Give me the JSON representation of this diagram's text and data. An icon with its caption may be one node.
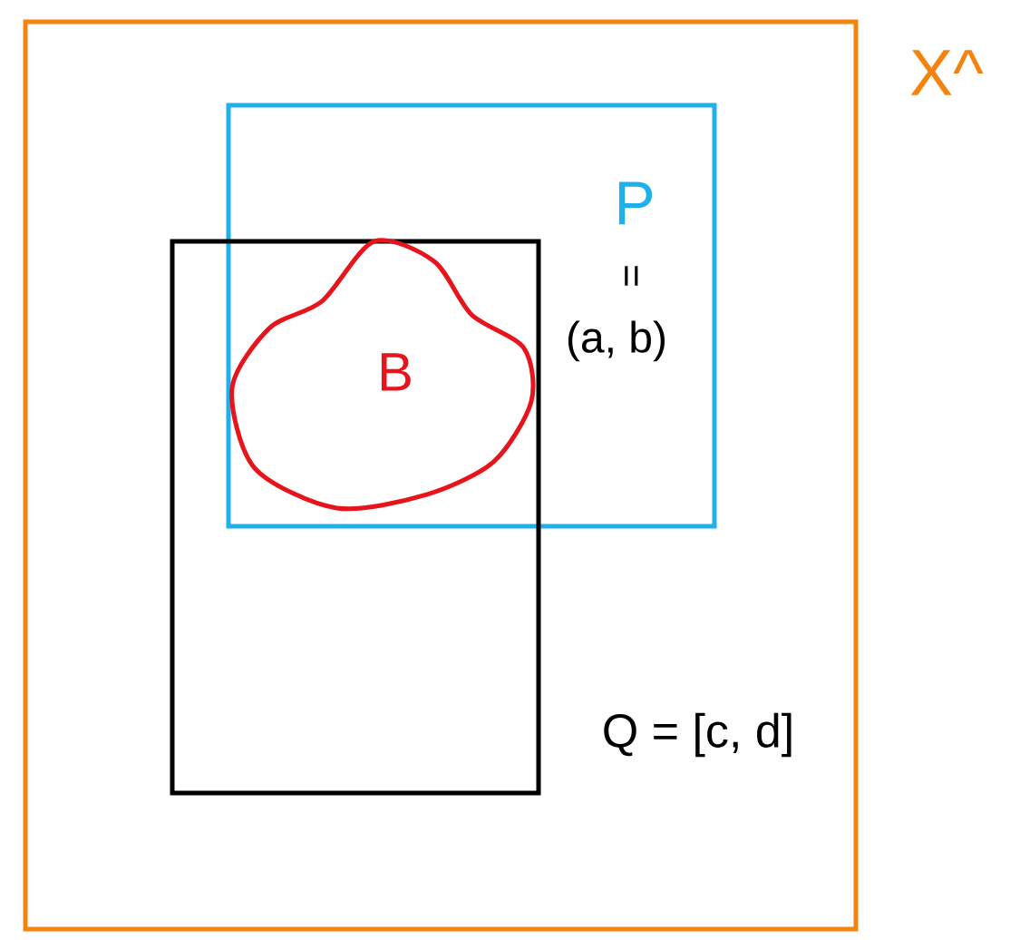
{
  "diagram": {
    "nodes": [
      {
        "text": [
          "X^"
        ]
      },
      {
        "text": [
          "P",
          "=",
          "(a, b)"
        ],
        "in": 0
      },
      {
        "text": [
          "Q = [c, d]"
        ],
        "in": 0
      },
      {
        "text": [
          "B"
        ]
      }
    ]
  }
}
